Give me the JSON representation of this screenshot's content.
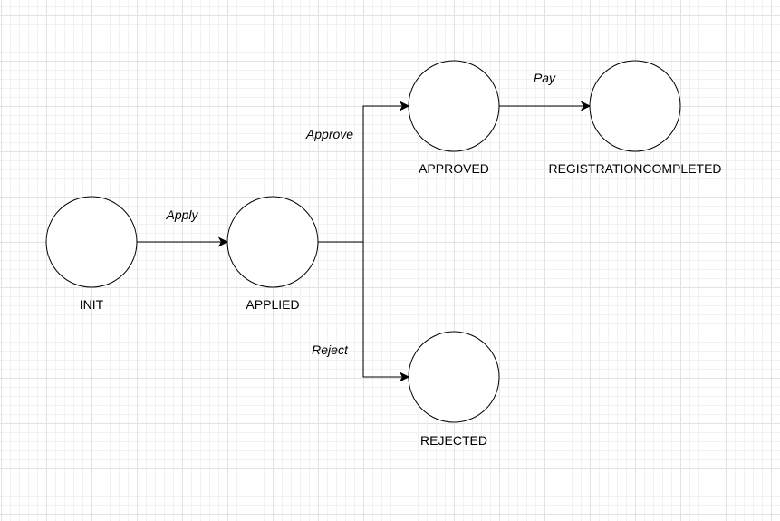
{
  "diagram": {
    "states": {
      "init": "INIT",
      "applied": "APPLIED",
      "approved": "APPROVED",
      "registration_completed": "REGISTRATIONCOMPLETED",
      "rejected": "REJECTED"
    },
    "transitions": {
      "apply": "Apply",
      "approve": "Approve",
      "reject": "Reject",
      "pay": "Pay"
    },
    "edges": [
      {
        "from": "init",
        "to": "applied",
        "label": "apply"
      },
      {
        "from": "applied",
        "to": "approved",
        "label": "approve"
      },
      {
        "from": "applied",
        "to": "rejected",
        "label": "reject"
      },
      {
        "from": "approved",
        "to": "registration_completed",
        "label": "pay"
      }
    ]
  }
}
